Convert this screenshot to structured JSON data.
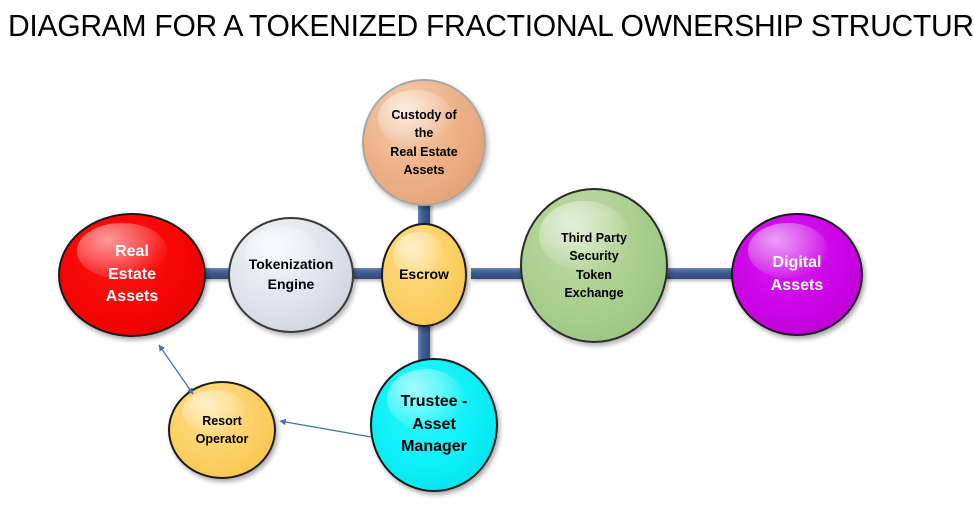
{
  "title": "DIAGRAM FOR A TOKENIZED FRACTIONAL OWNERSHIP STRUCTURE",
  "diagram": {
    "nodes": [
      {
        "id": "real-estate-assets",
        "label": "Real\nEstate\nAssets",
        "shape": "ellipse",
        "fill": "#F60505",
        "text_color": "#FFFFFF",
        "border_color": "#1A1A1A"
      },
      {
        "id": "tokenization-engine",
        "label": "Tokenization\nEngine",
        "shape": "ellipse",
        "fill": "#DFE4EC",
        "text_color": "#000000",
        "border_color": "#3A3A3A"
      },
      {
        "id": "escrow",
        "label": "Escrow",
        "shape": "ellipse",
        "fill": "#FCD167",
        "text_color": "#000000",
        "border_color": "#1A1A1A"
      },
      {
        "id": "custody-of-real-estate-assets",
        "label": "Custody of\nthe\nReal Estate\nAssets",
        "shape": "ellipse",
        "fill": "#EDB289",
        "text_color": "#000000",
        "border_color": "#A7A7A7"
      },
      {
        "id": "third-party-security-token-exchange",
        "label": "Third Party\nSecurity\nToken\nExchange",
        "shape": "ellipse",
        "fill": "#AACF8E",
        "text_color": "#000000",
        "border_color": "#2B2B2B"
      },
      {
        "id": "digital-assets",
        "label": "Digital\nAssets",
        "shape": "ellipse",
        "fill": "#CC04E6",
        "text_color": "#FFFFFF",
        "border_color": "#1A1A1A"
      },
      {
        "id": "trustee-asset-manager",
        "label": "Trustee -\nAsset\nManager",
        "shape": "ellipse",
        "fill": "#0EF0F7",
        "text_color": "#000000",
        "border_color": "#1A1A1A"
      },
      {
        "id": "resort-operator",
        "label": "Resort\nOperator",
        "shape": "ellipse",
        "fill": "#FCD167",
        "text_color": "#000000",
        "border_color": "#1A1A1A"
      }
    ],
    "connectors": [
      {
        "from": "real-estate-assets",
        "to": "tokenization-engine",
        "style": "bar",
        "color": "#3F5F92"
      },
      {
        "from": "tokenization-engine",
        "to": "escrow",
        "style": "bar",
        "color": "#3F5F92"
      },
      {
        "from": "custody-of-real-estate-assets",
        "to": "escrow",
        "style": "bar",
        "color": "#3F5F92"
      },
      {
        "from": "escrow",
        "to": "third-party-security-token-exchange",
        "style": "bar",
        "color": "#3F5F92"
      },
      {
        "from": "third-party-security-token-exchange",
        "to": "digital-assets",
        "style": "bar",
        "color": "#3F5F92"
      },
      {
        "from": "escrow",
        "to": "trustee-asset-manager",
        "style": "bar",
        "color": "#3F5F92"
      }
    ],
    "arrows": [
      {
        "from": "real-estate-assets",
        "to": "resort-operator",
        "style": "double-headed",
        "color": "#4472A8"
      },
      {
        "from": "trustee-asset-manager",
        "to": "resort-operator",
        "style": "single-headed",
        "color": "#4472A8"
      }
    ]
  }
}
